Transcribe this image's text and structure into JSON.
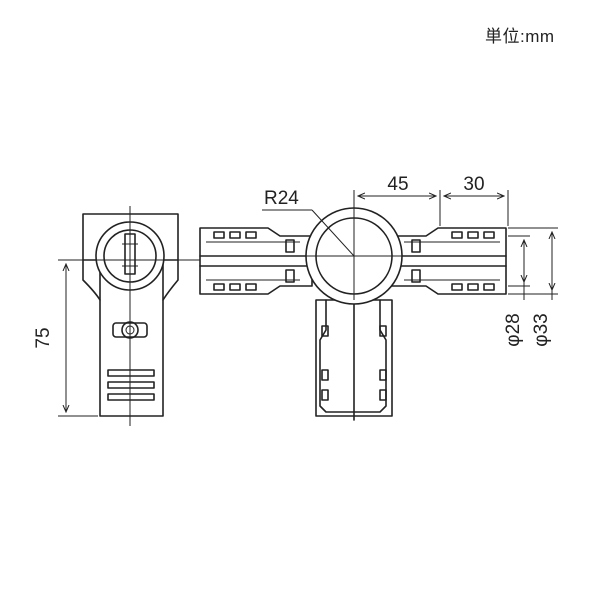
{
  "unit_label": "単位:mm",
  "dimensions": {
    "height": "75",
    "radius": "R24",
    "center_to_slot": "45",
    "slot_to_end": "30",
    "inner_diameter": "φ28",
    "outer_diameter": "φ33"
  },
  "colors": {
    "line": "#222222",
    "background": "#ffffff"
  }
}
